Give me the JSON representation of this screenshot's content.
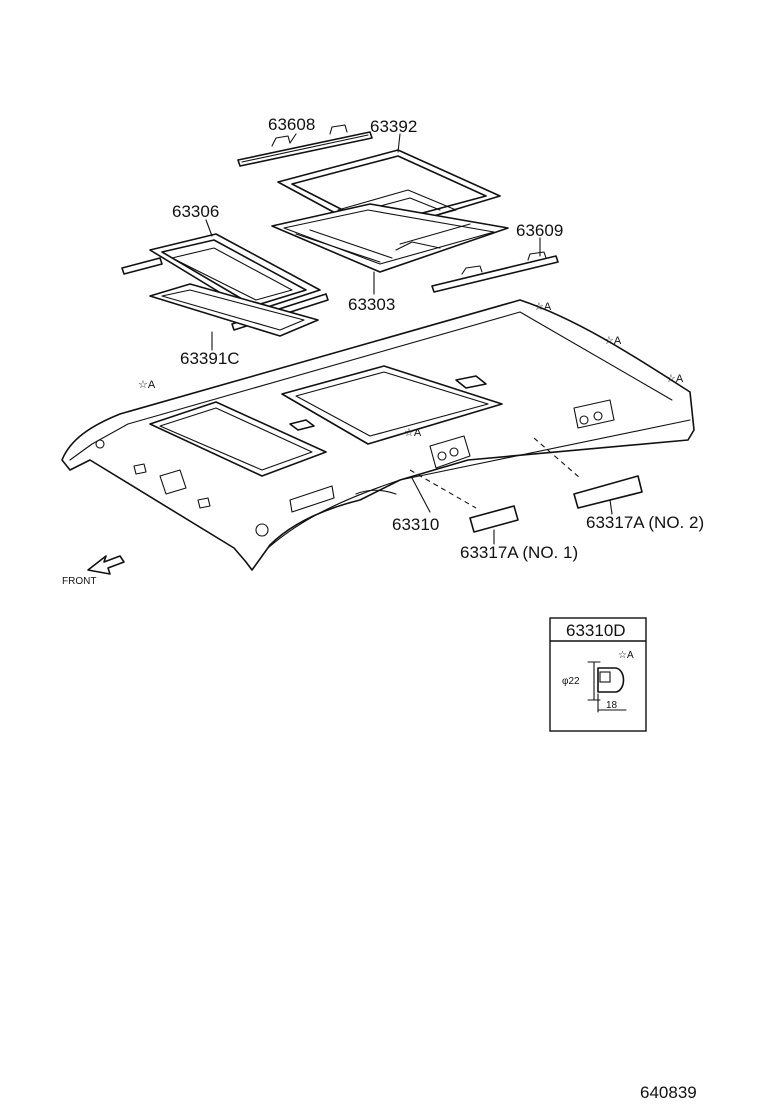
{
  "labels": {
    "p63608": "63608",
    "p63392": "63392",
    "p63306": "63306",
    "p63609": "63609",
    "p63303": "63303",
    "p63391c": "63391C",
    "p63310": "63310",
    "p63317a_no1": "63317A (NO. 1)",
    "p63317a_no2": "63317A (NO. 2)",
    "star_a": "☆A"
  },
  "front_arrow": {
    "label": "FRONT"
  },
  "inset": {
    "title": "63310D",
    "star": "☆A",
    "diameter": "φ22",
    "width": "18"
  },
  "figure_number": "640839"
}
